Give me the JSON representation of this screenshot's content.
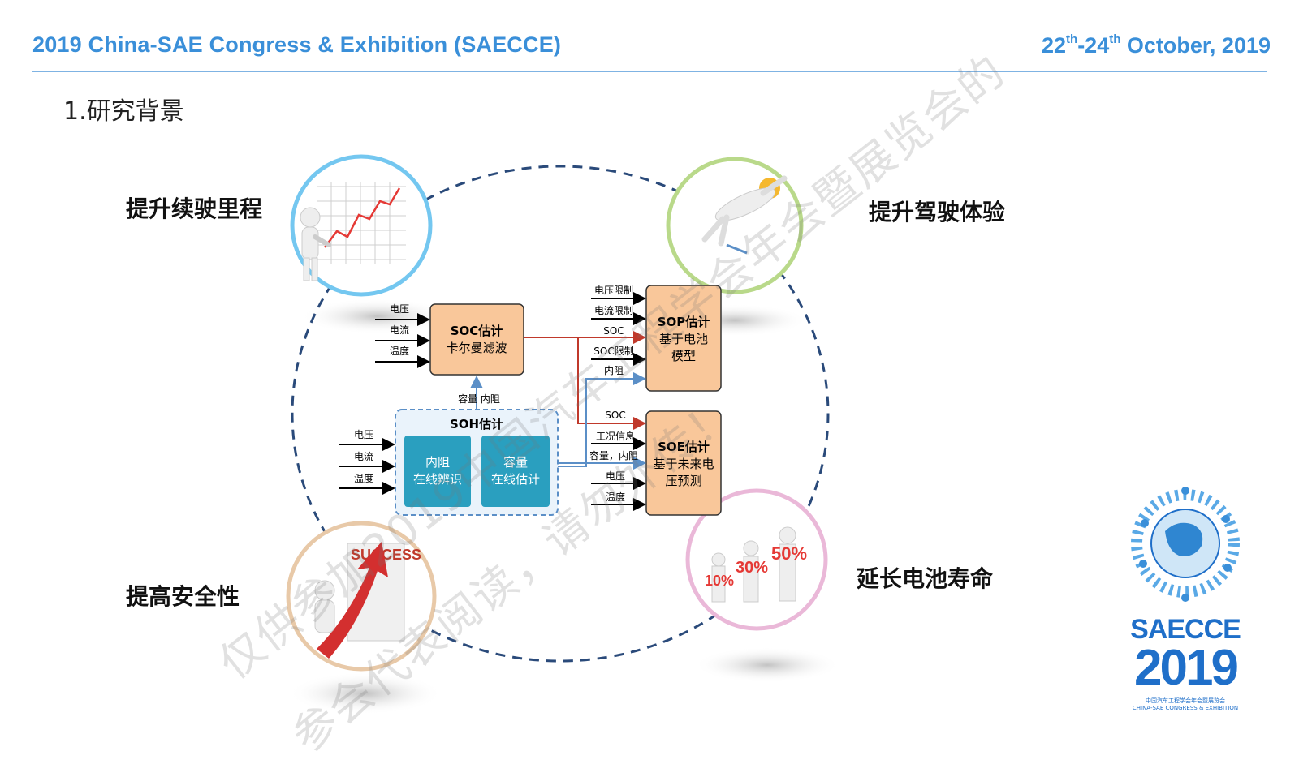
{
  "header": {
    "congress": "2019 China-SAE Congress & Exhibition (SAECCE)",
    "date_day_start": "22",
    "date_sup_1": "th",
    "date_day_end": "-24",
    "date_sup_2": "th",
    "date_month_year": " October, 2019"
  },
  "section_title": "1.研究背景",
  "labels": {
    "range": "提升续驶里程",
    "experience": "提升驾驶体验",
    "safety": "提高安全性",
    "life": "延长电池寿命"
  },
  "diagram": {
    "soc_title": "SOC估计",
    "soc_sub": "卡尔曼滤波",
    "sop_title": "SOP估计",
    "sop_sub1": "基于电池",
    "sop_sub2": "模型",
    "soe_title": "SOE估计",
    "soe_sub1": "基于未来电",
    "soe_sub2": "压预测",
    "soh_title": "SOH估计",
    "soh_left1": "内阻",
    "soh_left2": "在线辨识",
    "soh_right1": "容量",
    "soh_right2": "在线估计",
    "soc_inputs": [
      "电压",
      "电流",
      "温度"
    ],
    "soh_inputs": [
      "电压",
      "电流",
      "温度"
    ],
    "sop_inputs": [
      "电压限制",
      "电流限制",
      "SOC",
      "SOC限制",
      "内阻"
    ],
    "soe_inputs": [
      "SOC",
      "工况信息",
      "容量，内阻",
      "电压",
      "温度"
    ],
    "soh_to_soc": "容量 内阻"
  },
  "illustrations": {
    "percent_1": "10%",
    "percent_2": "30%",
    "percent_3": "50%",
    "success": "SUCCESS"
  },
  "logo": {
    "name": "SAECCE",
    "year": "2019",
    "subtitle_cn": "中国汽车工程学会年会暨展览会",
    "subtitle_en": "CHINA-SAE CONGRESS & EXHIBITION"
  },
  "watermark": {
    "line1": "仅供参加2019中国汽车工程学会年会暨展览会的",
    "line2": "参会代表阅读，请勿外传！"
  },
  "colors": {
    "accent_blue": "#3a8fd9",
    "circle_dash": "#2a4a7a",
    "block_orange": "#f9c79a",
    "block_teal": "#2a9fbf",
    "arrow_red": "#c0392b",
    "arrow_blue": "#5b8fc7"
  }
}
